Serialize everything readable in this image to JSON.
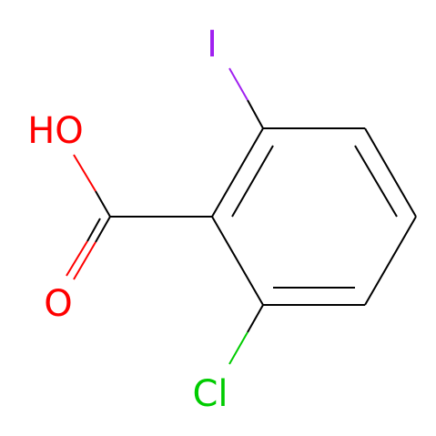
{
  "molecule": {
    "atoms": {
      "iodine": {
        "label": "I",
        "color": "#A020F0"
      },
      "hydroxyl": {
        "label": "HO",
        "color": "#FF0000"
      },
      "carbonyl_oxygen": {
        "label": "O",
        "color": "#FF0000"
      },
      "chlorine": {
        "label": "Cl",
        "color": "#00CC00"
      }
    },
    "bond_color": "#000000"
  }
}
